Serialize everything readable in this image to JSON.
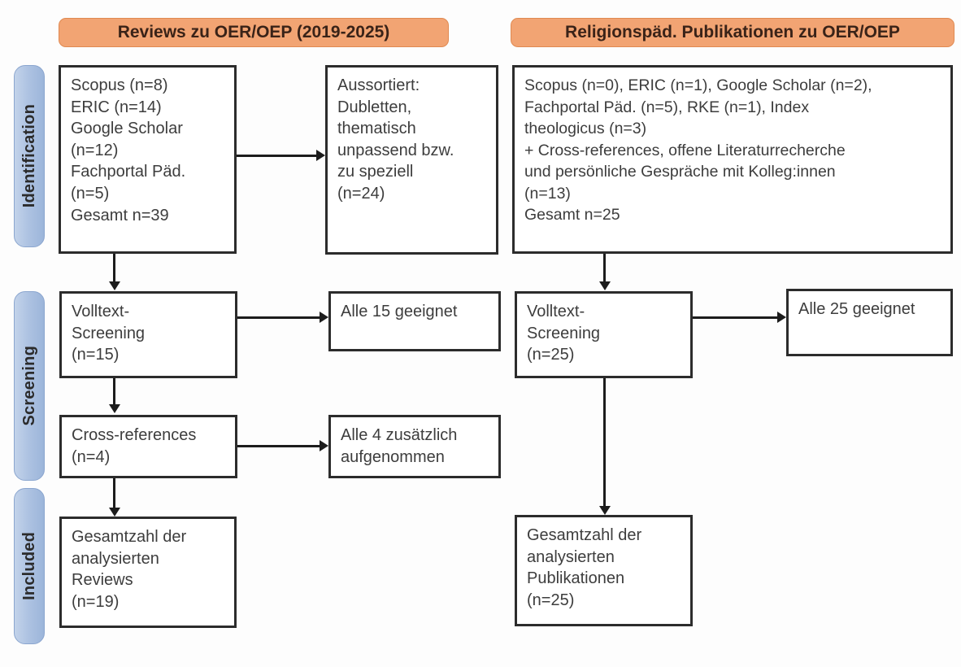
{
  "diagram": {
    "type": "prisma-flow-diagram",
    "columns": [
      {
        "id": "reviews",
        "banner": "Reviews zu OER/OEP (2019-2025)"
      },
      {
        "id": "religionspaed",
        "banner": "Religionspäd. Publikationen zu OER/OEP"
      }
    ],
    "stages": [
      {
        "id": "identification",
        "label": "Identification"
      },
      {
        "id": "screening",
        "label": "Screening"
      },
      {
        "id": "included",
        "label": "Included"
      }
    ],
    "colors": {
      "banner_fill": "#f2a473",
      "banner_border": "#e08a52",
      "stage_fill": "#aec3e2",
      "stage_border": "#8ba6cf",
      "box_border": "#2c2c2c",
      "text": "#3d3d3d",
      "connector": "#1c1c1c"
    },
    "boxes": {
      "left_identification": {
        "lines": [
          "Scopus (n=8)",
          "ERIC (n=14)",
          "Google Scholar",
          "(n=12)",
          "Fachportal Päd.",
          "(n=5)",
          "Gesamt n=39"
        ]
      },
      "left_excluded": {
        "lines": [
          "Aussortiert:",
          "Dubletten,",
          "thematisch",
          "unpassend bzw.",
          "zu speziell",
          "(n=24)"
        ]
      },
      "left_screening": {
        "lines": [
          "Volltext-",
          "Screening",
          "(n=15)"
        ]
      },
      "left_screening_result": {
        "lines": [
          "Alle 15 geeignet"
        ]
      },
      "left_crossrefs": {
        "lines": [
          "Cross-references",
          "(n=4)"
        ]
      },
      "left_crossrefs_result": {
        "lines": [
          "Alle 4 zusätzlich",
          "aufgenommen"
        ]
      },
      "left_included": {
        "lines": [
          "Gesamtzahl der",
          "analysierten",
          "Reviews",
          "(n=19)"
        ]
      },
      "right_identification": {
        "lines": [
          "Scopus (n=0), ERIC (n=1), Google Scholar (n=2),",
          "Fachportal Päd. (n=5), RKE (n=1), Index",
          "theologicus (n=3)",
          "+ Cross-references, offene Literaturrecherche",
          "und persönliche Gespräche mit Kolleg:innen",
          "(n=13)",
          "Gesamt n=25"
        ]
      },
      "right_screening": {
        "lines": [
          "Volltext-",
          "Screening",
          "(n=25)"
        ]
      },
      "right_screening_result": {
        "lines": [
          "Alle 25 geeignet"
        ]
      },
      "right_included": {
        "lines": [
          "Gesamtzahl der",
          "analysierten",
          "Publikationen",
          "(n=25)"
        ]
      }
    }
  }
}
